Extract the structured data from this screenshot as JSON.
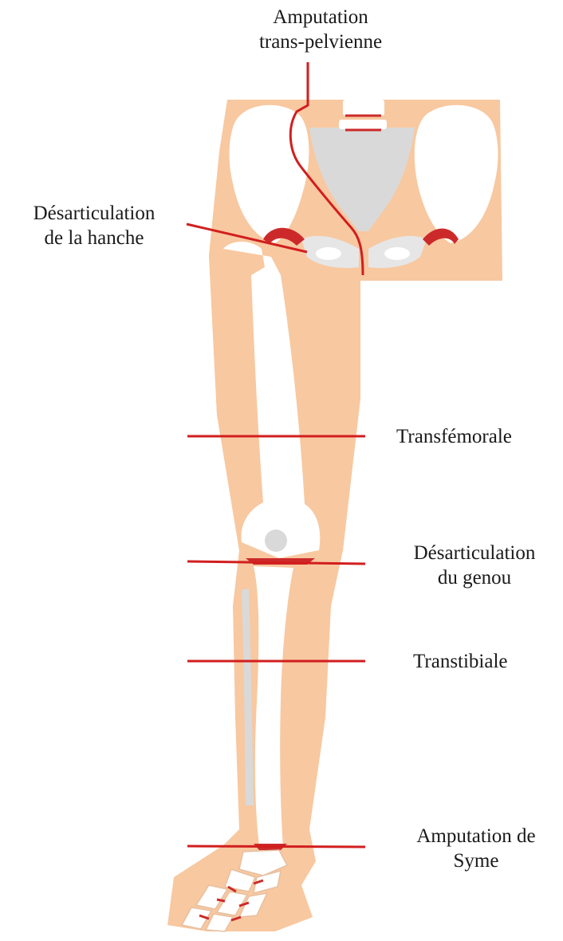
{
  "labels": {
    "trans_pelvienne": [
      "Amputation",
      "trans-pelvienne"
    ],
    "hanche": [
      "Désarticulation",
      "de la hanche"
    ],
    "transfemorale": "Transfémorale",
    "genou": [
      "Désarticulation",
      "du genou"
    ],
    "transtibiale": "Transtibiale",
    "syme": [
      "Amputation de",
      "Syme"
    ]
  },
  "colors": {
    "skin": "#f8c8a0",
    "bone": "#ffffff",
    "bone_shadow": "#d9d9d9",
    "cut_line": "#d21e1e",
    "cartilage": "#cc2a2a",
    "text": "#1a1a1a"
  }
}
